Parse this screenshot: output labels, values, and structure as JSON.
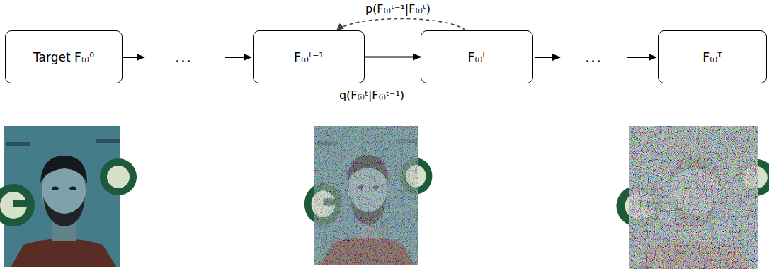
{
  "diagram": {
    "nodes": [
      {
        "text": [
          "Target F₍ᵢ₎⁰"
        ]
      },
      {
        "text": [
          "F₍ᵢ₎ᵗ⁻¹"
        ]
      },
      {
        "text": [
          "F₍ᵢ₎ᵗ"
        ]
      },
      {
        "text": [
          "F₍ᵢ₎ᵀ"
        ]
      }
    ],
    "edges": [
      {
        "from": 1,
        "to": 2,
        "arrow": "to",
        "label": "q(F₍ᵢ₎ᵗ|F₍ᵢ₎ᵗ⁻¹)"
      },
      {
        "from": 2,
        "to": 1,
        "arrow": "to",
        "label": "p(F₍ᵢ₎ᵗ⁻¹|F₍ᵢ₎ᵗ)"
      }
    ],
    "labels": [
      "...",
      "..."
    ]
  }
}
